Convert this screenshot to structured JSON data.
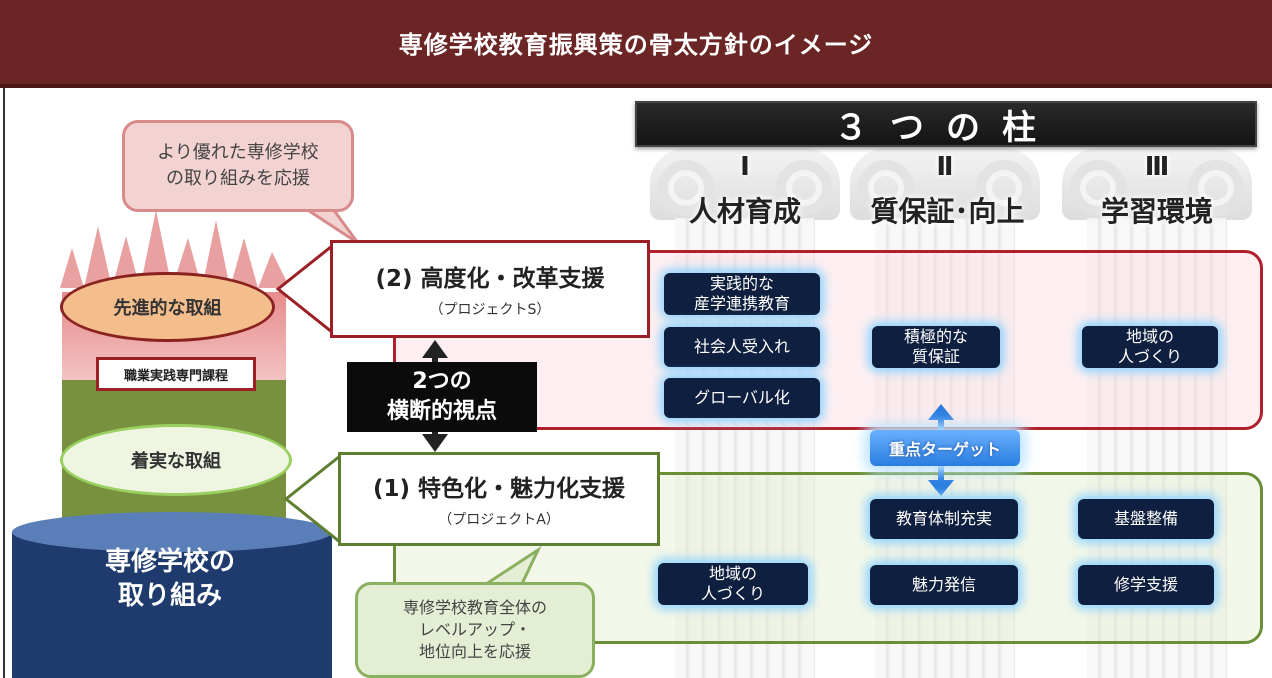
{
  "header": {
    "title": "専修学校教育振興策の骨太方針のイメージ"
  },
  "banner": {
    "text": "３つの柱"
  },
  "pillars": [
    {
      "numeral": "Ⅰ",
      "name": "人材育成"
    },
    {
      "numeral": "Ⅱ",
      "name": "質保証･向上"
    },
    {
      "numeral": "Ⅲ",
      "name": "学習環境"
    }
  ],
  "callouts": {
    "top_line1": "より優れた専修学校",
    "top_line2": "の取り組みを応援",
    "bottom_line1": "専修学校教育全体の",
    "bottom_line2": "レベルアップ・",
    "bottom_line3": "地位向上を応援"
  },
  "support": {
    "advanced_title": "(2) 高度化・改革支援",
    "advanced_sub": "（プロジェクトS）",
    "distinct_title": "(1) 特色化・魅力化支援",
    "distinct_sub": "（プロジェクトA）"
  },
  "cross": {
    "line1": "2つの",
    "line2": "横断的視点"
  },
  "left": {
    "advanced_label": "先進的な取組",
    "vocational_label": "職業実践専門課程",
    "steady_label": "着実な取組",
    "base_line1": "専修学校の",
    "base_line2": "取り組み"
  },
  "upper_boxes": {
    "b1_line1": "実践的な",
    "b1_line2": "産学連携教育",
    "b2": "社会人受入れ",
    "b3": "グローバル化",
    "b4_line1": "積極的な",
    "b4_line2": "質保証",
    "b5_line1": "地域の",
    "b5_line2": "人づくり"
  },
  "target": {
    "label": "重点ターゲット"
  },
  "lower_boxes": {
    "c1": "教育体制充実",
    "c2": "基盤整備",
    "c3_line1": "地域の",
    "c3_line2": "人づくり",
    "c4": "魅力発信",
    "c5": "修学支援"
  },
  "colors": {
    "header": "#6b2525",
    "advanced_border": "#9b1f25",
    "distinct_border": "#5f7f30",
    "box_bg": "#0f1f3f",
    "box_glow": "#8fd3ff",
    "target": "#2a7de0"
  }
}
